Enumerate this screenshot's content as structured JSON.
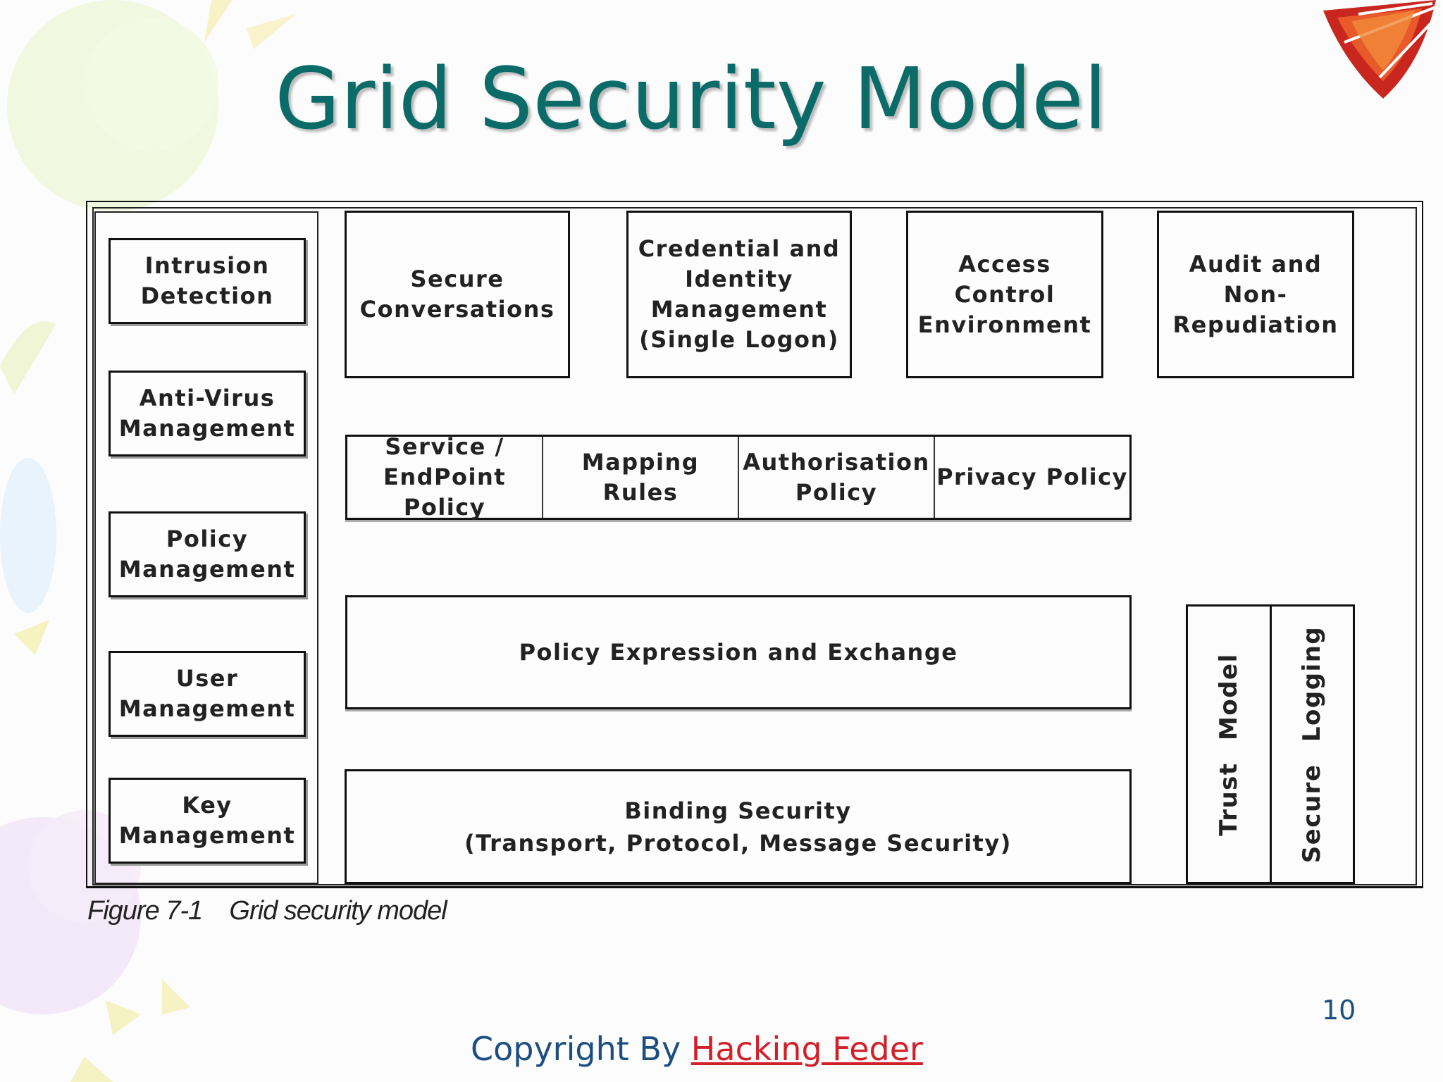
{
  "slide": {
    "title": "Grid Security Model",
    "page_number": "10",
    "copyright_prefix": "Copyright By ",
    "copyright_link": "Hacking Feder"
  },
  "figure": {
    "caption": "Figure 7-1    Grid security model",
    "left_column": [
      "Intrusion\nDetection",
      "Anti-Virus\nManagement",
      "Policy\nManagement",
      "User\nManagement",
      "Key\nManagement"
    ],
    "top_row": [
      "Secure\nConversations",
      "Credential and\nIdentity\nManagement\n(Single Logon)",
      "Access\nControl\nEnvironment",
      "Audit and\nNon-\nRepudiation"
    ],
    "policy_row": [
      "Service /\nEndPoint\nPolicy",
      "Mapping\nRules",
      "Authorisation\nPolicy",
      "Privacy Policy"
    ],
    "policy_expression": "Policy Expression and Exchange",
    "binding_security": "Binding Security\n(Transport, Protocol, Message Security)",
    "vertical": [
      "Trust Model",
      "Secure Logging"
    ]
  },
  "colors": {
    "title": "#0b6b68",
    "link": "#d0202a",
    "footer_text": "#1c4f80"
  }
}
